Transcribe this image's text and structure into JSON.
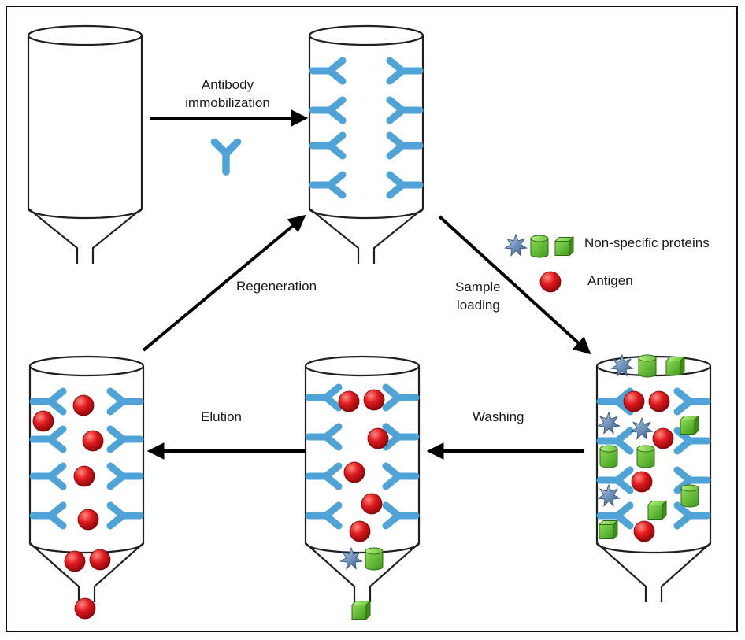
{
  "labels": {
    "immobilization_line1": "Antibody",
    "immobilization_line2": "immobilization",
    "regeneration": "Regeneration",
    "sample_loading_line1": "Sample",
    "sample_loading_line2": "loading",
    "washing": "Washing",
    "elution": "Elution"
  },
  "legend": {
    "nonspecific": "Non-specific proteins",
    "antigen": "Antigen"
  },
  "colors": {
    "antibody": "#4fa3d6",
    "antigen": "#d8141a",
    "protein": "#5cb830",
    "star": "#5b7fa8",
    "outline": "#202020"
  }
}
